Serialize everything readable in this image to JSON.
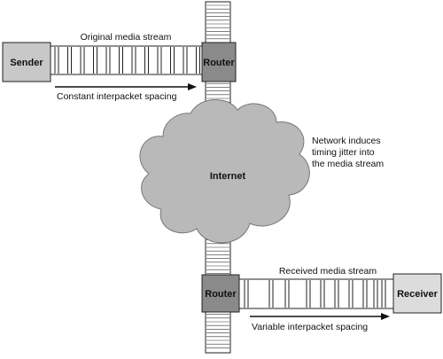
{
  "nodes": {
    "sender": "Sender",
    "router_top": "Router",
    "internet": "Internet",
    "router_bottom": "Router",
    "receiver": "Receiver"
  },
  "labels": {
    "original_stream": "Original media stream",
    "constant_spacing": "Constant interpacket spacing",
    "jitter_note": [
      "Network induces",
      "timing jitter into",
      "the media stream"
    ],
    "received_stream": "Received media stream",
    "variable_spacing": "Variable interpacket spacing"
  },
  "colors": {
    "box_light": "#c8c8c8",
    "box_dark": "#8a8a8a",
    "cloud": "#b9b9b9",
    "line": "#111111"
  }
}
